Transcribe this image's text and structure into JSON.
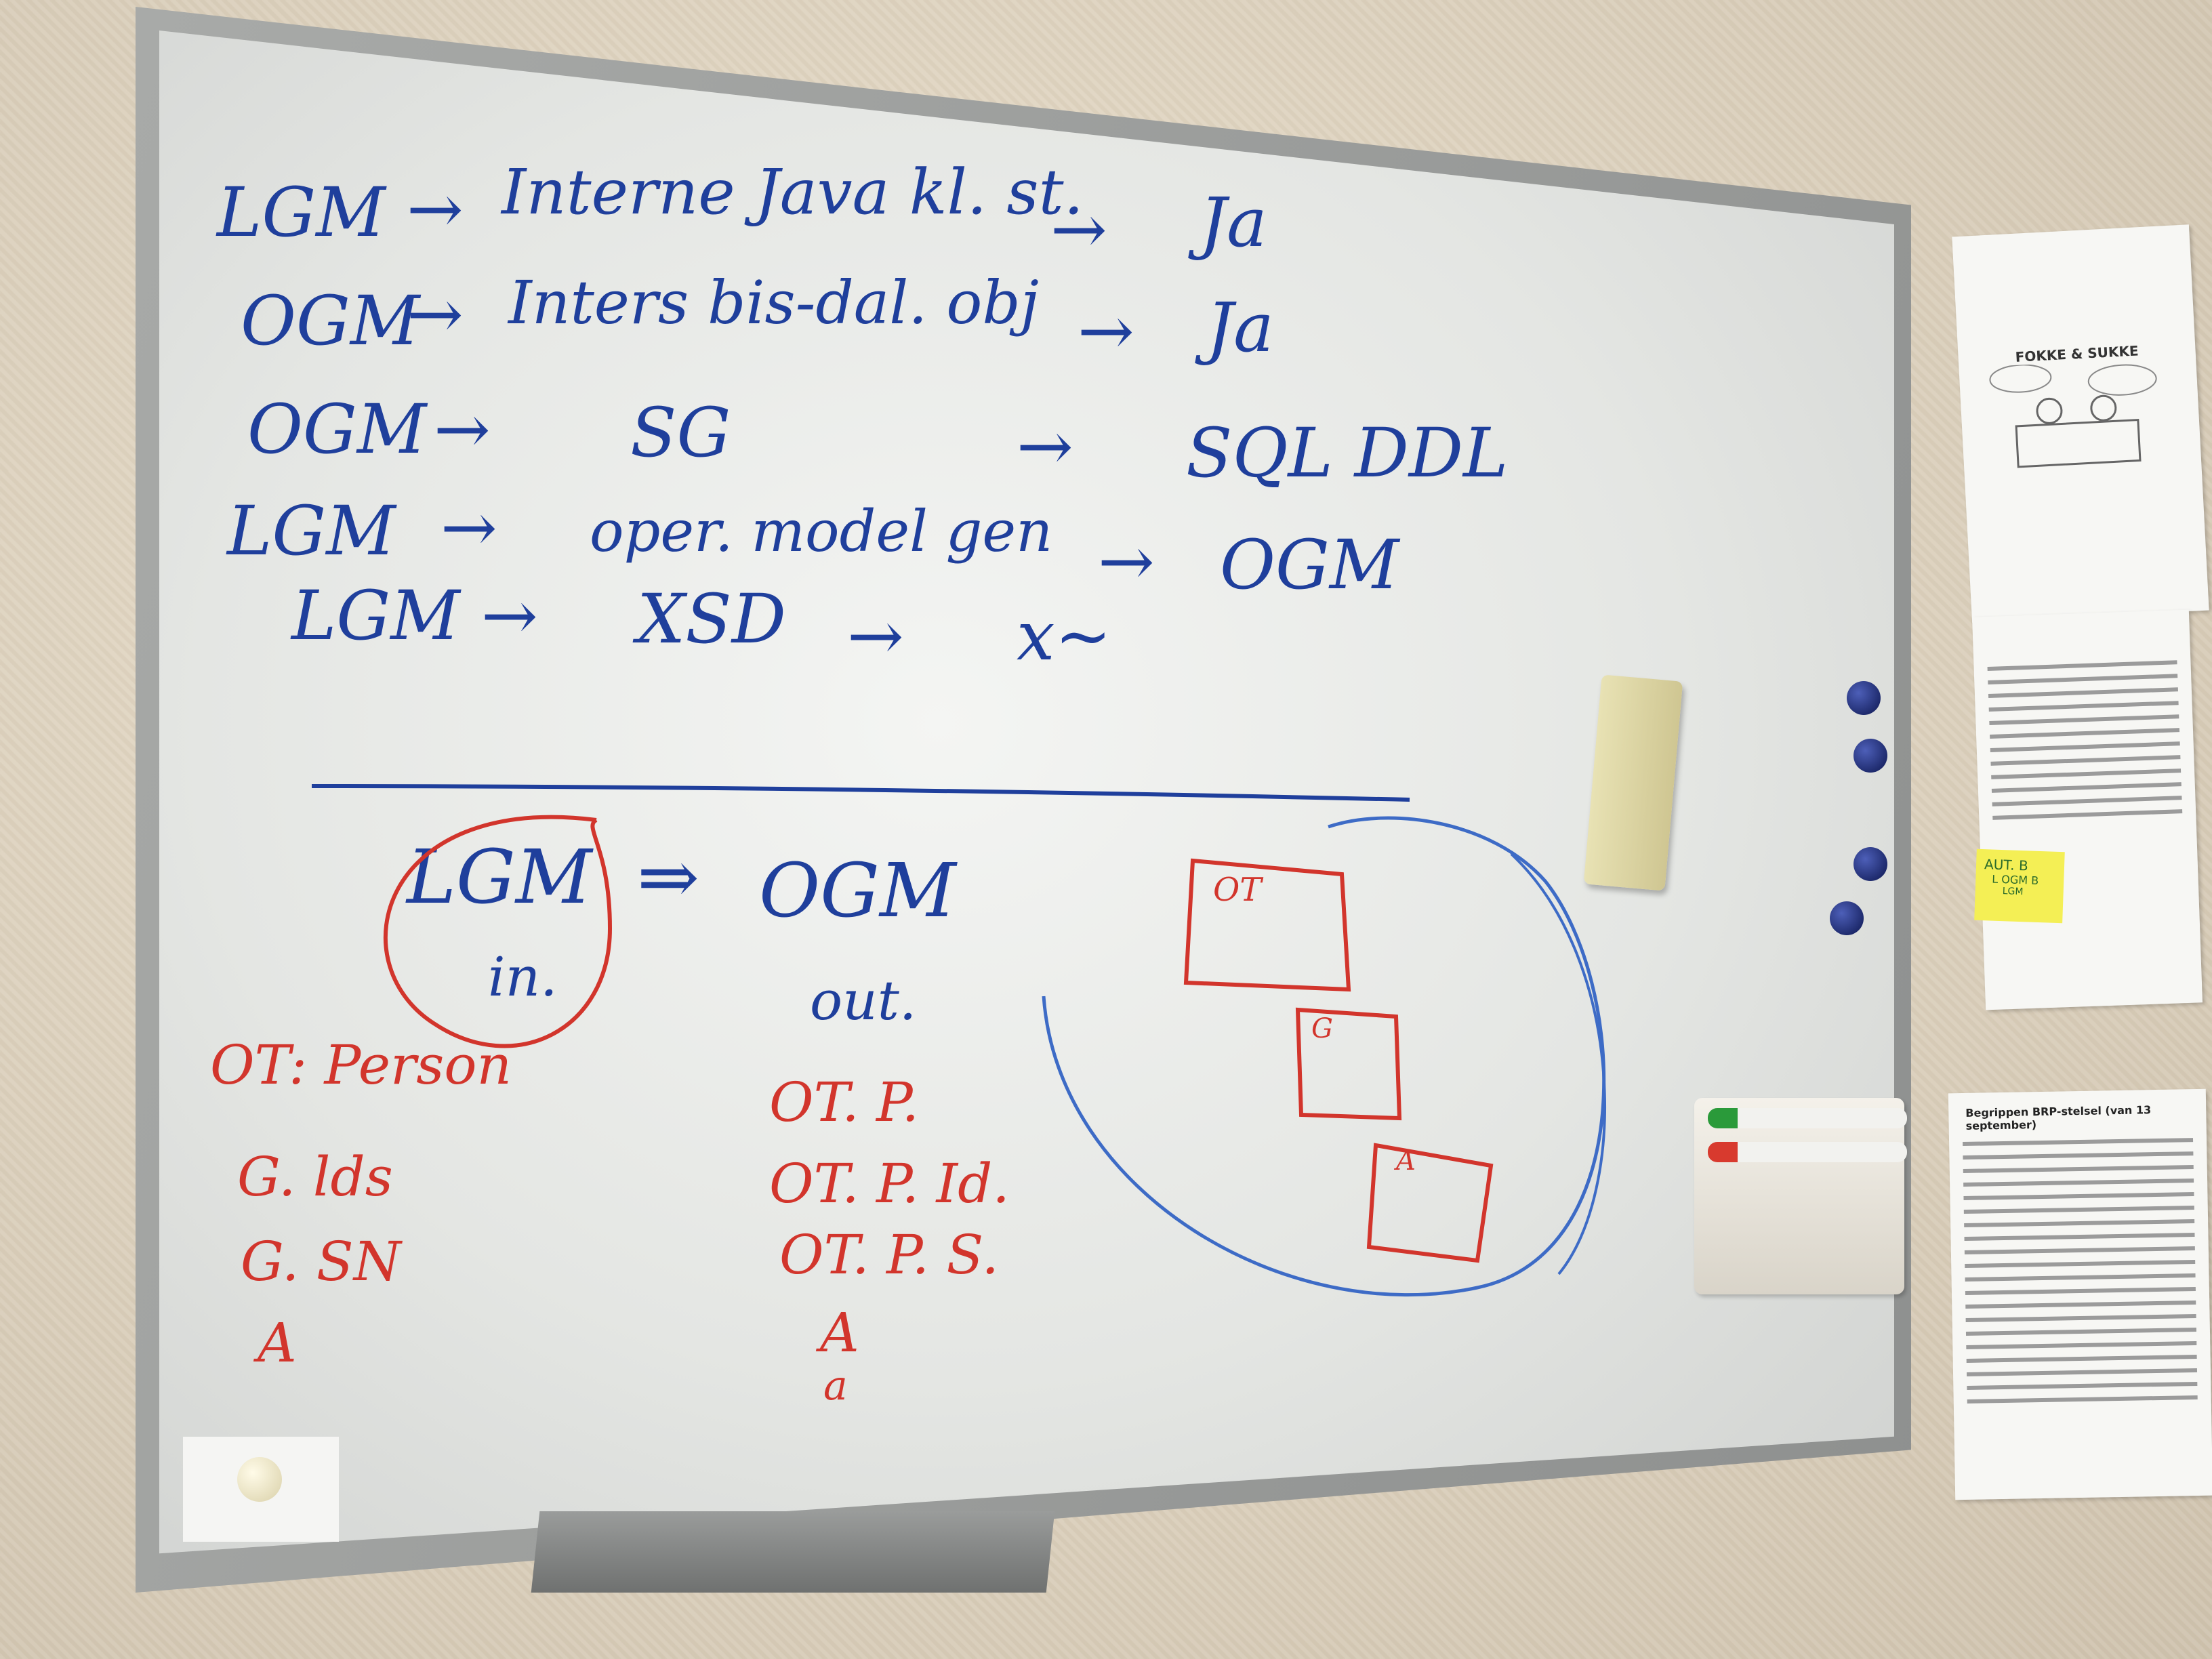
{
  "whiteboard": {
    "top_lines": [
      {
        "from": "LGM",
        "arrow": "→",
        "middle": "Interne Java kl. st.",
        "arrow2": "→",
        "to": "Ja"
      },
      {
        "from": "OGM",
        "arrow": "→",
        "middle": "Inters bis-dal. obj",
        "arrow2": "→",
        "to": "Ja"
      },
      {
        "from": "OGM",
        "arrow": "→",
        "middle": "SG",
        "arrow2": "→",
        "to": "SQL DDL"
      },
      {
        "from": "LGM",
        "arrow": "→",
        "middle": "oper. model gen",
        "arrow2": "→",
        "to": "OGM"
      },
      {
        "from": "LGM",
        "arrow": "→",
        "middle": "XSD",
        "arrow2": "→",
        "to": "x~"
      }
    ],
    "diagram": {
      "left_label": "LGM",
      "double_arrow": "⇒",
      "right_label": "OGM",
      "left_sub": "in.",
      "right_sub": "out."
    },
    "left_list": [
      "OT: Person",
      "G. lds",
      "G. SN",
      "A"
    ],
    "right_list": [
      "OT. P.",
      "OT. P. Id.",
      "OT. P. S.",
      "A",
      "a"
    ],
    "boxes": [
      "OT",
      "G",
      "A"
    ],
    "brand_colors": {
      "blue_ink": "#1f3f9c",
      "red_ink": "#d2352c"
    }
  },
  "wall_items": {
    "comic_title": "FOKKE & SUKKE",
    "sticky_note_text": [
      "AUT. B",
      "L OGM B",
      "LGM"
    ],
    "document_title": "Begrippen BRP-stelsel (van 13 september)"
  }
}
